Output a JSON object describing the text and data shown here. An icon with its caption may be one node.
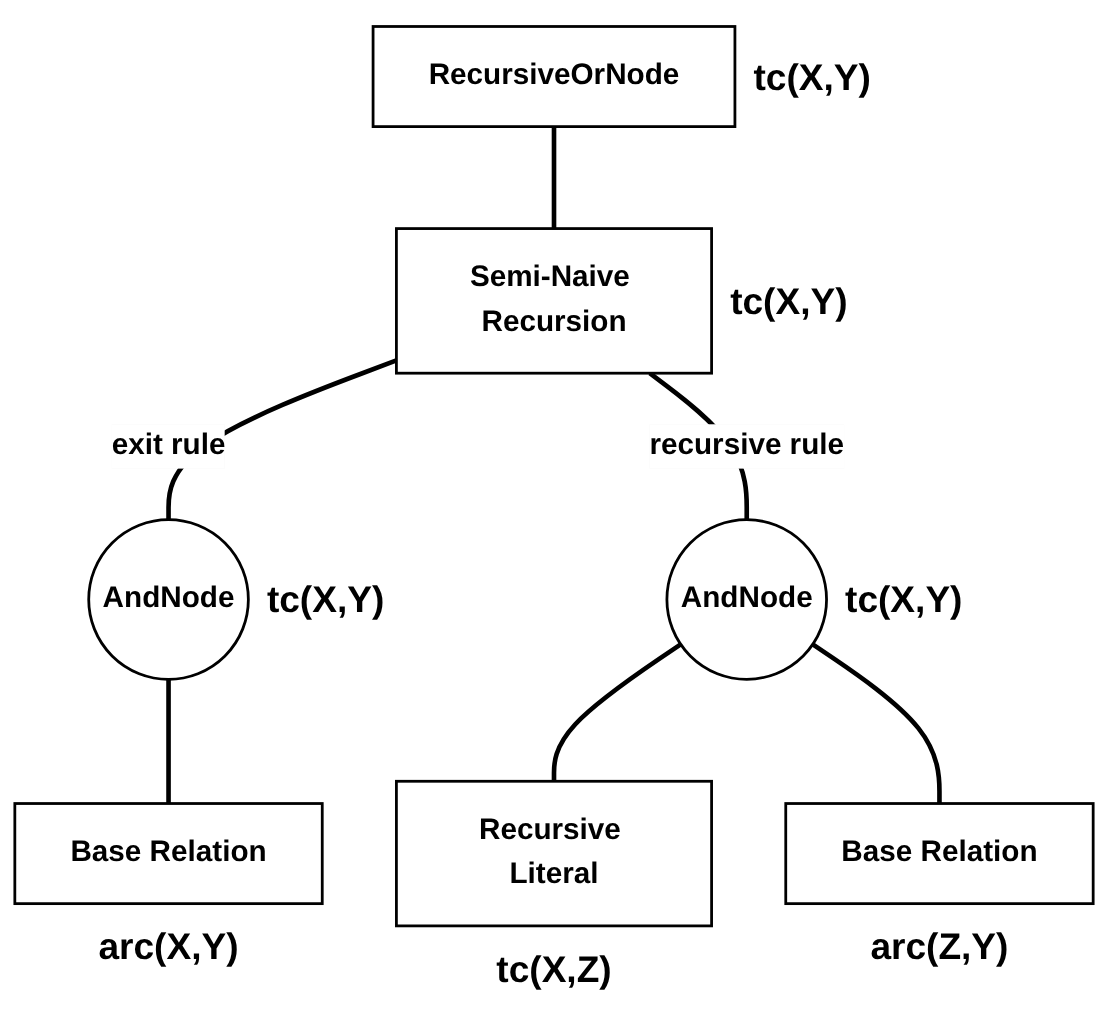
{
  "diagram": {
    "nodes": [
      {
        "text": [
          "RecursiveOrNode"
        ],
        "beside": [
          "tc(X,Y)"
        ]
      },
      {
        "text": [
          "Semi-Naive Recursion"
        ],
        "beside": [
          "tc(X,Y)"
        ]
      },
      {
        "text": [
          "AndNode"
        ],
        "beside": [
          "tc(X,Y)"
        ]
      },
      {
        "text": [
          "AndNode"
        ],
        "beside": [
          "tc(X,Y)"
        ]
      },
      {
        "text": [
          "Base Relation"
        ],
        "beside": [
          "arc(X,Y)"
        ]
      },
      {
        "text": [
          "Recursive Literal"
        ],
        "beside": [
          "tc(X,Z)"
        ]
      },
      {
        "text": [
          "Base Relation"
        ],
        "beside": [
          "arc(Z,Y)"
        ]
      }
    ],
    "edges": [
      {
        "from": 0,
        "to": 1,
        "arrow": "none"
      },
      {
        "from": 1,
        "to": 2,
        "arrow": "none",
        "label": "exit rule"
      },
      {
        "from": 1,
        "to": 3,
        "arrow": "none",
        "label": "recursive rule"
      },
      {
        "from": 2,
        "to": 4,
        "arrow": "none"
      },
      {
        "from": 3,
        "to": 5,
        "arrow": "none"
      },
      {
        "from": 3,
        "to": 6,
        "arrow": "none"
      }
    ]
  }
}
